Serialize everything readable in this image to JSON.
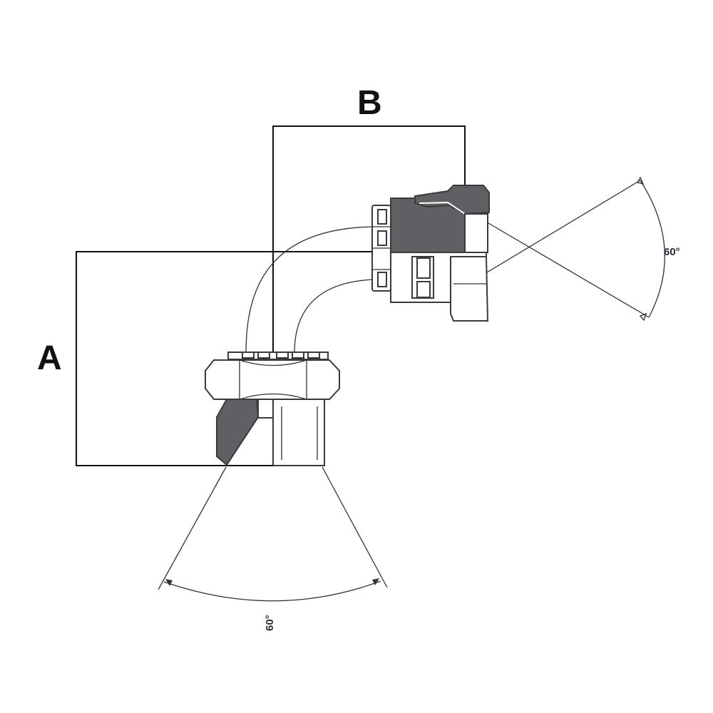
{
  "diagram": {
    "dimension_a": "A",
    "dimension_b": "B",
    "angle_right": "60°",
    "angle_bottom": "60°"
  },
  "colors": {
    "line": "#333333",
    "shaded_section": "#5f6064",
    "background": "#ffffff"
  }
}
